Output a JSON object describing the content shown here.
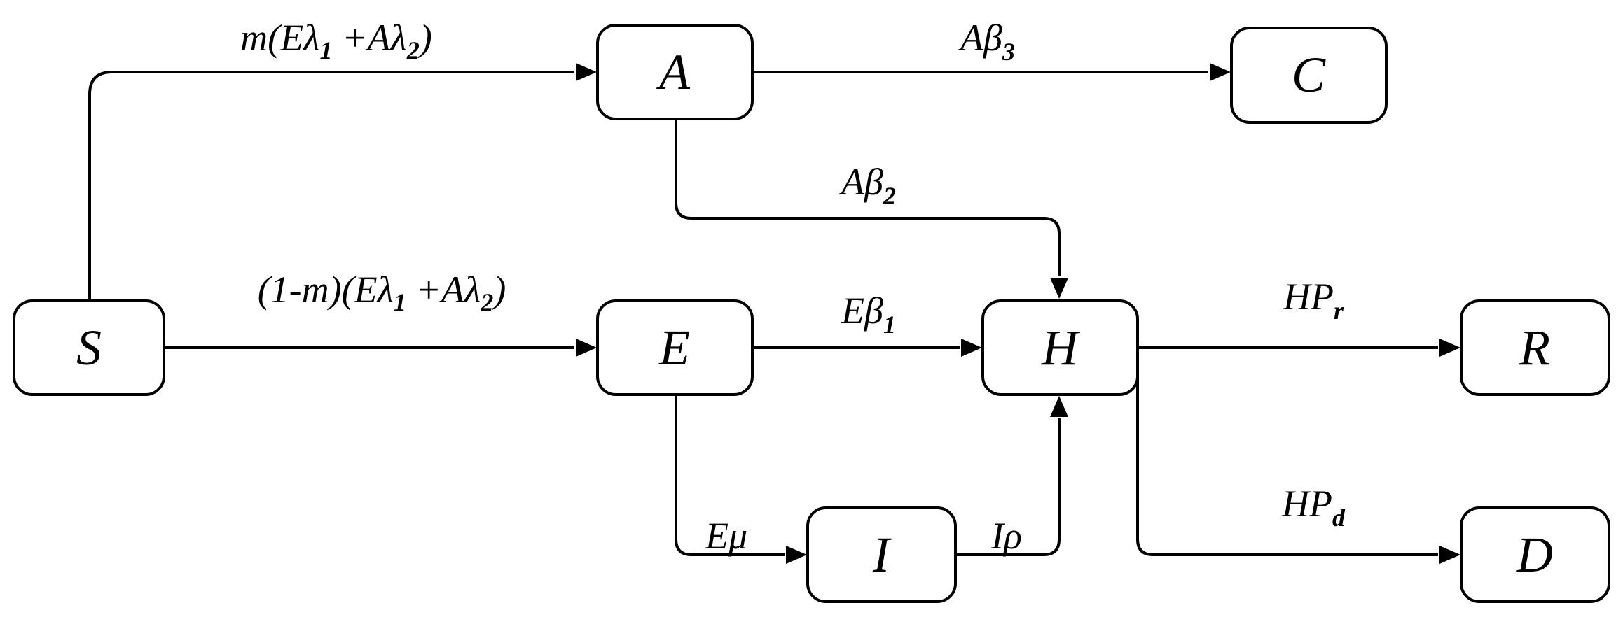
{
  "nodes": {
    "S": "S",
    "A": "A",
    "C": "C",
    "E": "E",
    "H": "H",
    "I": "I",
    "R": "R",
    "D": "D"
  },
  "edges": {
    "s_to_a": {
      "p1": "m(E",
      "g1": "λ",
      "s1": "1",
      "p2": " +A",
      "g2": "λ",
      "s2": "2",
      "p3": ")"
    },
    "s_to_e": {
      "p1": "(1-m)(E",
      "g1": "λ",
      "s1": "1",
      "p2": " +A",
      "g2": "λ",
      "s2": "2",
      "p3": ")"
    },
    "a_to_c": {
      "base": "Aβ",
      "sub": "3"
    },
    "a_to_h": {
      "base": "Aβ",
      "sub": "2"
    },
    "e_to_h": {
      "base": "Eβ",
      "sub": "1"
    },
    "h_to_r": {
      "base": "HP",
      "sub": "r"
    },
    "h_to_d": {
      "base": "HP",
      "sub": "d"
    },
    "e_to_i": {
      "text": "Eμ"
    },
    "i_to_h": {
      "text": "Iρ"
    }
  },
  "colors": {
    "stroke": "#000000",
    "background": "#ffffff"
  }
}
